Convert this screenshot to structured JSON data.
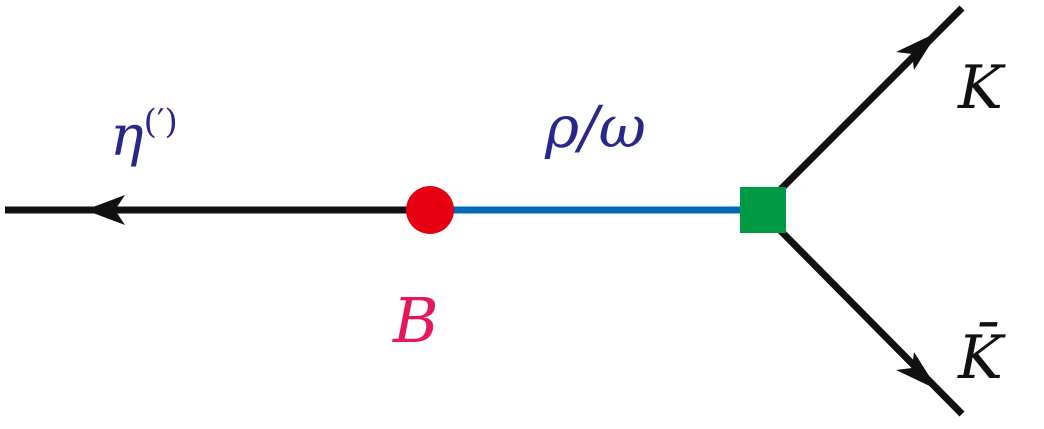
{
  "labels": {
    "eta": "η",
    "eta_prime": "(′)",
    "rho_omega": "ρ/ω",
    "b": "B",
    "k": "K",
    "k_bar": "K̄"
  },
  "colors": {
    "line": "#111111",
    "eta_label": "#27288a",
    "rho_label": "#27288a",
    "b_label": "#e5195a",
    "b_vertex": "#e60012",
    "propagator": "#0068b7",
    "vertex_square": "#009944"
  }
}
